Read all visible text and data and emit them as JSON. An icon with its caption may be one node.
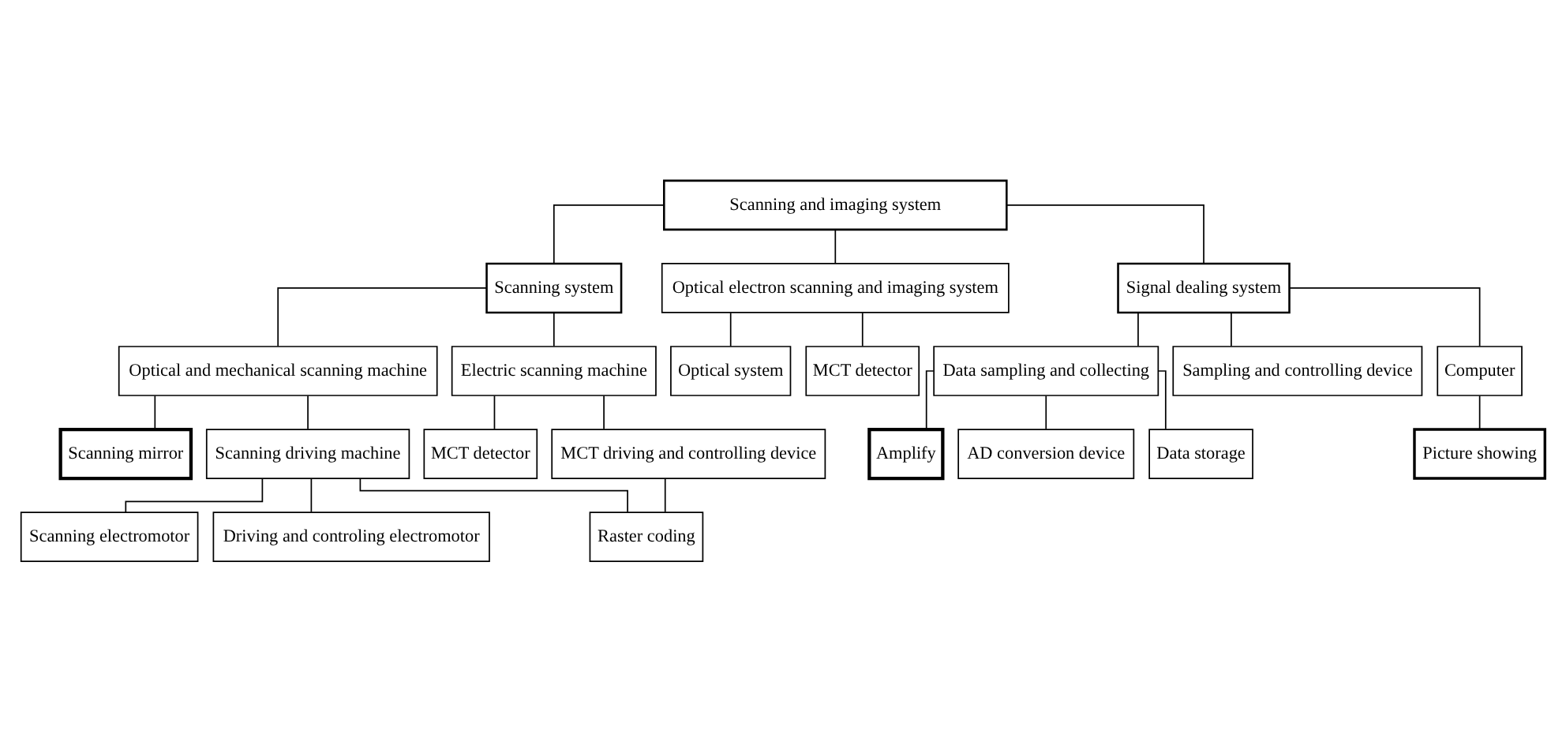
{
  "diagram": {
    "nodes": [
      {
        "text": [
          "Scanning and imaging system"
        ]
      },
      {
        "text": [
          "Scanning system"
        ]
      },
      {
        "text": [
          "Optical electron scanning and imaging system"
        ]
      },
      {
        "text": [
          "Signal dealing system"
        ]
      },
      {
        "text": [
          "Optical and mechanical scanning machine"
        ]
      },
      {
        "text": [
          "Electric scanning machine"
        ]
      },
      {
        "text": [
          "Optical system"
        ]
      },
      {
        "text": [
          "MCT detector"
        ]
      },
      {
        "text": [
          "Data sampling and collecting"
        ]
      },
      {
        "text": [
          "Sampling and controlling device"
        ]
      },
      {
        "text": [
          "Computer"
        ]
      },
      {
        "text": [
          "Scanning mirror"
        ]
      },
      {
        "text": [
          "Scanning driving machine"
        ]
      },
      {
        "text": [
          "MCT detector"
        ]
      },
      {
        "text": [
          "MCT driving and controlling device"
        ]
      },
      {
        "text": [
          "Amplify"
        ]
      },
      {
        "text": [
          "AD conversion device"
        ]
      },
      {
        "text": [
          "Data storage"
        ]
      },
      {
        "text": [
          "Picture showing"
        ]
      },
      {
        "text": [
          "Scanning electromotor"
        ]
      },
      {
        "text": [
          "Driving and controling electromotor"
        ]
      },
      {
        "text": [
          "Raster coding"
        ]
      }
    ],
    "edges": [
      {
        "from": 0,
        "to": 1,
        "arrow": "none"
      },
      {
        "from": 0,
        "to": 2,
        "arrow": "none"
      },
      {
        "from": 0,
        "to": 3,
        "arrow": "none"
      },
      {
        "from": 1,
        "to": 4,
        "arrow": "none"
      },
      {
        "from": 1,
        "to": 5,
        "arrow": "none"
      },
      {
        "from": 2,
        "to": 6,
        "arrow": "none"
      },
      {
        "from": 2,
        "to": 7,
        "arrow": "none"
      },
      {
        "from": 3,
        "to": 8,
        "arrow": "none"
      },
      {
        "from": 3,
        "to": 9,
        "arrow": "none"
      },
      {
        "from": 3,
        "to": 10,
        "arrow": "none"
      },
      {
        "from": 4,
        "to": 11,
        "arrow": "none"
      },
      {
        "from": 4,
        "to": 12,
        "arrow": "none"
      },
      {
        "from": 5,
        "to": 13,
        "arrow": "none"
      },
      {
        "from": 5,
        "to": 14,
        "arrow": "none"
      },
      {
        "from": 8,
        "to": 15,
        "arrow": "none"
      },
      {
        "from": 8,
        "to": 16,
        "arrow": "none"
      },
      {
        "from": 8,
        "to": 17,
        "arrow": "none"
      },
      {
        "from": 10,
        "to": 18,
        "arrow": "none"
      },
      {
        "from": 12,
        "to": 19,
        "arrow": "none"
      },
      {
        "from": 12,
        "to": 20,
        "arrow": "none"
      },
      {
        "from": 12,
        "to": 21,
        "arrow": "none"
      },
      {
        "from": 14,
        "to": 21,
        "arrow": "none"
      }
    ]
  }
}
